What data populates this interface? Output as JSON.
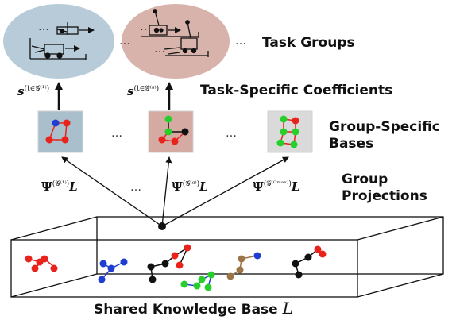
{
  "labels": {
    "task_groups": "Task Groups",
    "task_specific_coefficients": "Task-Specific Coefficients",
    "group_specific_bases_line1": "Group-Specific",
    "group_specific_bases_line2": "Bases",
    "group_projections_line1": "Group",
    "group_projections_line2": "Projections",
    "shared_knowledge_base": "Shared Knowledge Base",
    "shared_knowledge_base_symbol": "L"
  },
  "coefficients": {
    "s1": {
      "base": "s",
      "sup": "(t∈𝒢⁽¹⁾)"
    },
    "sg": {
      "base": "s",
      "sup": "(t∈𝒢⁽ᵍ⁾)"
    }
  },
  "projections": {
    "p1": {
      "psi": "Ψ",
      "sup": "(𝒢⁽¹⁾)",
      "L": "L"
    },
    "pg": {
      "psi": "Ψ",
      "sup": "(𝒢⁽ᵍ⁾)",
      "L": "L"
    },
    "pmax": {
      "psi": "Ψ",
      "sup": "(𝒢⁽ᴳᵐᵃˣ⁾)",
      "L": "L"
    }
  },
  "ellipsis": "…",
  "colors": {
    "group1_fill": "#b9cdd9",
    "groupg_fill": "#d9b5ad",
    "basis1_fill": "#a9bfcc",
    "basisg_fill": "#d4aaa3",
    "basismax_fill": "#d9d9d9",
    "red": "#e8231c",
    "blue": "#1f3ed1",
    "green": "#25d02a",
    "black": "#111111",
    "brown": "#9b7548"
  }
}
